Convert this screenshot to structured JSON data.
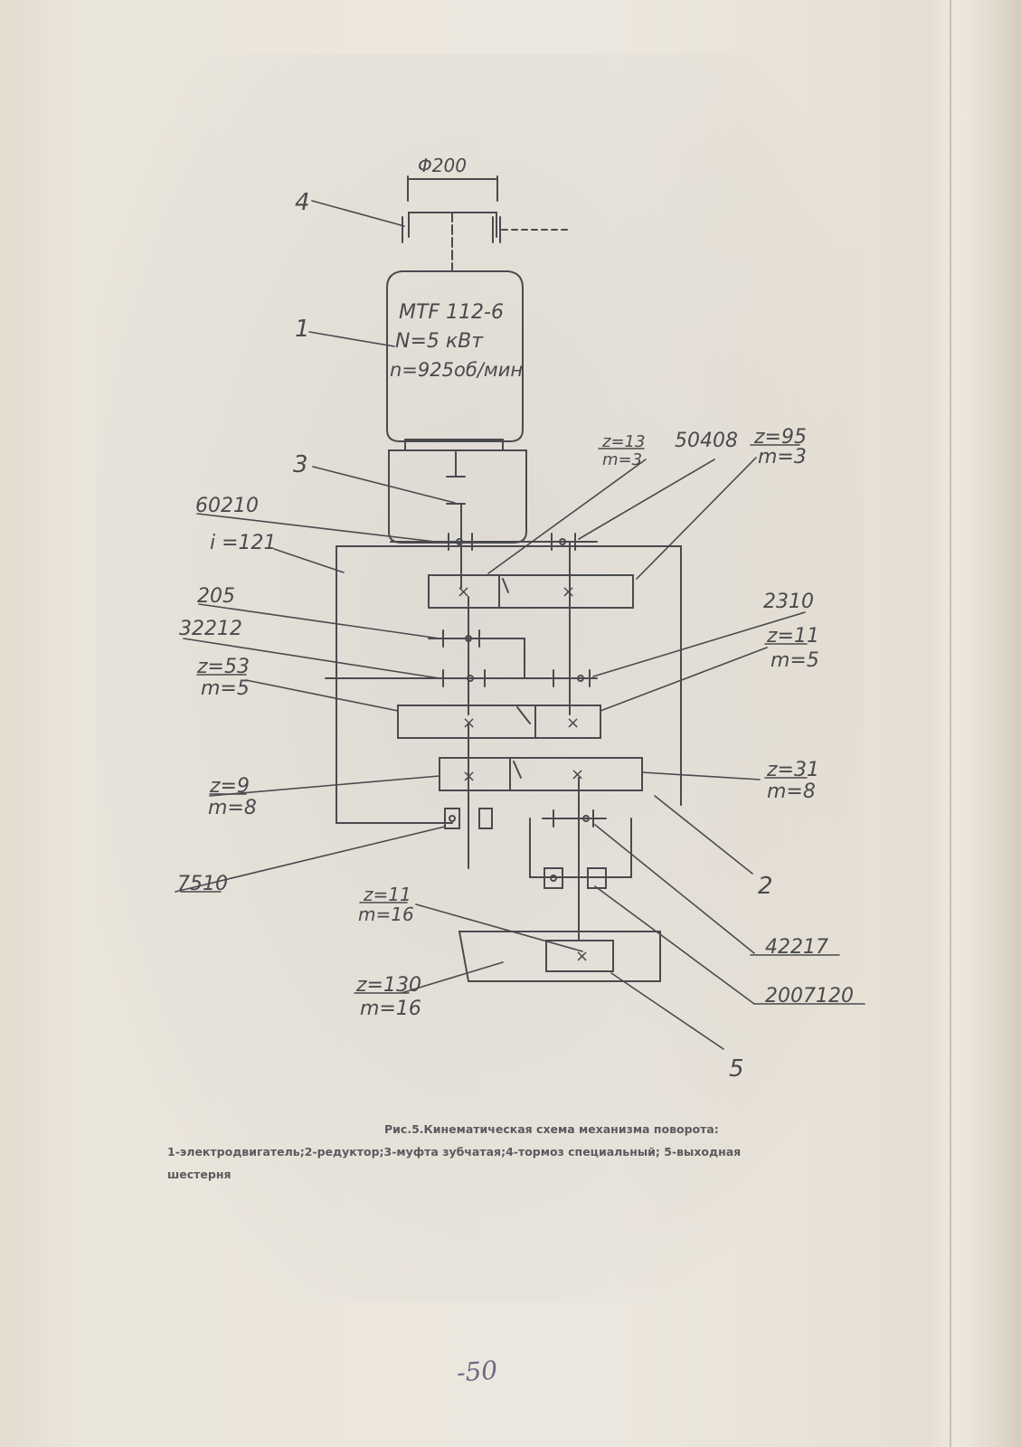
{
  "diagram": {
    "dimension_top": "Φ200",
    "motor": {
      "model": "МТF 112-6",
      "power": "N=5 кВт",
      "speed": "n=925об/мин"
    },
    "callouts": [
      {
        "id": "c4",
        "text": "4"
      },
      {
        "id": "c1",
        "text": "1"
      },
      {
        "id": "c3",
        "text": "3"
      },
      {
        "id": "c60210",
        "text": "60210"
      },
      {
        "id": "ci121",
        "text": "i =121"
      },
      {
        "id": "c205",
        "text": "205"
      },
      {
        "id": "c32212",
        "text": "32212"
      },
      {
        "id": "cz13",
        "text": "z=13"
      },
      {
        "id": "cm3a",
        "text": "m=3"
      },
      {
        "id": "c50408",
        "text": "50408"
      },
      {
        "id": "cz95",
        "text": "z=95"
      },
      {
        "id": "cm3b",
        "text": "m=3"
      },
      {
        "id": "c2310",
        "text": "2310"
      },
      {
        "id": "cz11a",
        "text": "z=11"
      },
      {
        "id": "cm5a",
        "text": "m=5"
      },
      {
        "id": "cz53",
        "text": "z=53"
      },
      {
        "id": "cm5b",
        "text": "m=5"
      },
      {
        "id": "cz9",
        "text": "z=9"
      },
      {
        "id": "cm8a",
        "text": "m=8"
      },
      {
        "id": "cz31",
        "text": "z=31"
      },
      {
        "id": "cm8b",
        "text": "m=8"
      },
      {
        "id": "c7510",
        "text": "7510"
      },
      {
        "id": "c2",
        "text": "2"
      },
      {
        "id": "cz11b",
        "text": "z=11"
      },
      {
        "id": "cm16a",
        "text": "m=16"
      },
      {
        "id": "c42217",
        "text": "42217"
      },
      {
        "id": "c2007120",
        "text": "2007120"
      },
      {
        "id": "cz130",
        "text": "z=130"
      },
      {
        "id": "cm16b",
        "text": "m=16"
      },
      {
        "id": "c5",
        "text": "5"
      }
    ],
    "gear_marks": [
      "×",
      "×",
      "×",
      "×",
      "×",
      "×",
      "×"
    ]
  },
  "caption": {
    "title": "Рис.5.Кинематическая схема механизма поворота:",
    "legend": "1-электродвигатель;2-редуктор;3-муфта зубчатая;4-тормоз специальный; 5-выходная шестерня"
  },
  "page_number": "-50",
  "colors": {
    "ink": "#4a4a4e",
    "paper": "#ece7de"
  }
}
